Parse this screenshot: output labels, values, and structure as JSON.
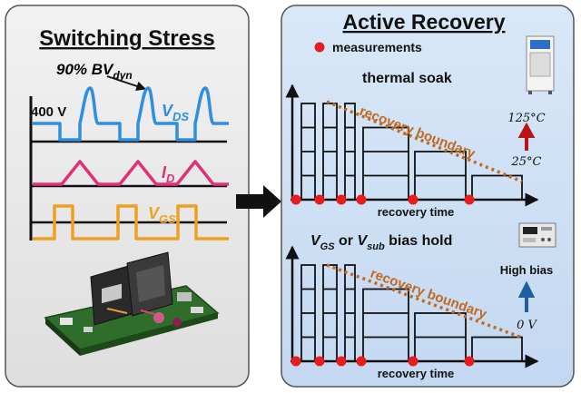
{
  "left_panel": {
    "title": "Switching Stress",
    "bv_label": "90% BV",
    "bv_sub": "dyn",
    "voltage_label": "400 V",
    "vds": {
      "main": "V",
      "sub": "DS"
    },
    "id": {
      "main": "I",
      "sub": "D"
    },
    "vgs": {
      "main": "V",
      "sub": "GS"
    }
  },
  "right_panel": {
    "title": "Active Recovery",
    "legend_text": "measurements",
    "top": {
      "title": "thermal soak",
      "boundary_label": "recovery boundary",
      "axis_label": "recovery time",
      "temp_high": "125°C",
      "temp_low": "25°C"
    },
    "bottom": {
      "title_v1": "V",
      "title_sub1": "GS",
      "title_or": " or ",
      "title_v2": "V",
      "title_sub2": "sub",
      "title_rest": " bias hold",
      "boundary_label": "recovery boundary",
      "axis_label": "recovery time",
      "bias_high": "High bias",
      "bias_low": "0 V"
    }
  },
  "colors": {
    "left_bg": "#e6e6e6",
    "right_bg": "#cfe0f5",
    "vds": "#2e8fe0",
    "id": "#e0307a",
    "vgs": "#f0a020",
    "boundary": "#c06a1f",
    "dot": "#e81c1c",
    "temp_arrow": "#b81414",
    "bias_arrow": "#1f5fa0"
  }
}
